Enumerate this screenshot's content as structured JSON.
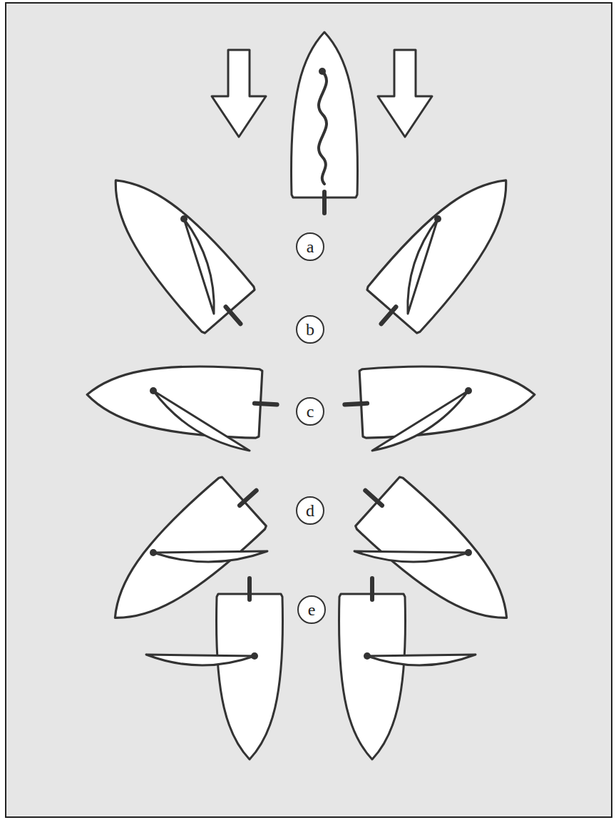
{
  "diagram": {
    "nodes": [
      {
        "text": [
          "a"
        ]
      },
      {
        "text": [
          "b"
        ]
      },
      {
        "text": [
          "c"
        ]
      },
      {
        "text": [
          "d"
        ]
      },
      {
        "text": [
          "e"
        ]
      }
    ]
  }
}
